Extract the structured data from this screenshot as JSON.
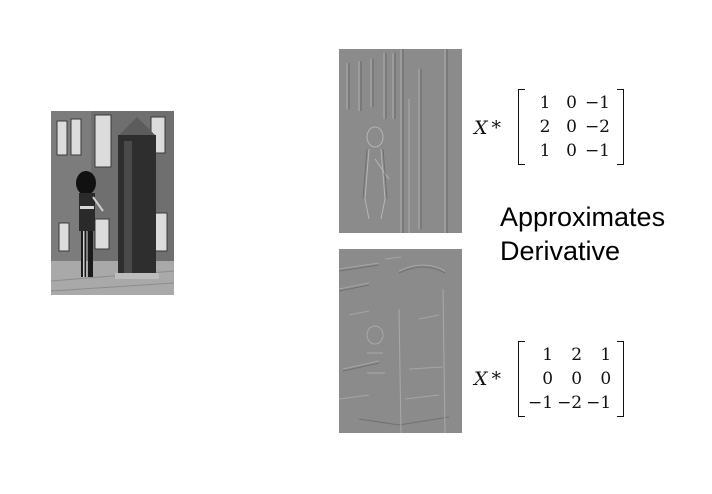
{
  "caption": {
    "line1": "Approximates",
    "line2": "Derivative"
  },
  "equations": [
    {
      "lhs": "X",
      "op": "*",
      "matrix": [
        [
          "1",
          "0",
          "−1"
        ],
        [
          "2",
          "0",
          "−2"
        ],
        [
          "1",
          "0",
          "−1"
        ]
      ]
    },
    {
      "lhs": "X",
      "op": "*",
      "matrix": [
        [
          "1",
          "2",
          "1"
        ],
        [
          "0",
          "0",
          "0"
        ],
        [
          "−1",
          "−2",
          "−1"
        ]
      ]
    }
  ]
}
